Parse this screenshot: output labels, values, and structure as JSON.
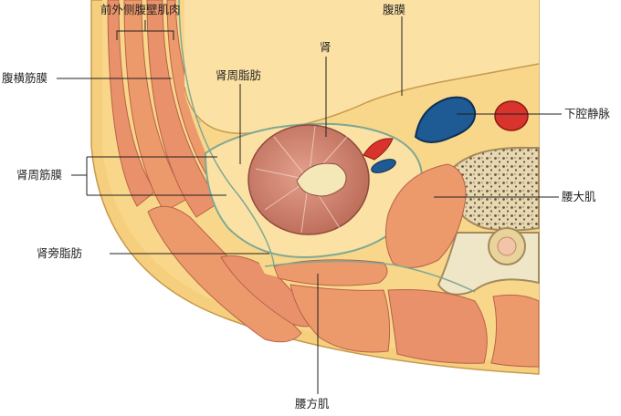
{
  "labels": {
    "anterolateral_abdominal_wall": "前外侧腹壁肌肉",
    "peritoneum": "腹膜",
    "kidney": "肾",
    "transversalis_fascia": "腹横筋膜",
    "perirenal_fat": "肾周脂肪",
    "inferior_vena_cava": "下腔静脉",
    "renal_fascia": "肾周筋膜",
    "psoas_major": "腰大肌",
    "pararenal_fat": "肾旁脂肪",
    "quadratus_lumborum": "腰方肌"
  },
  "colors": {
    "fat": "#f9d78a",
    "muscle": "#ec9a6c",
    "kidney": "#cf7f6a",
    "vena_cava": "#1e5a93",
    "aorta": "#d8332c",
    "bone": "#efe6c8",
    "fascia": "#8ab5a1",
    "leader_line": "#231f20"
  }
}
